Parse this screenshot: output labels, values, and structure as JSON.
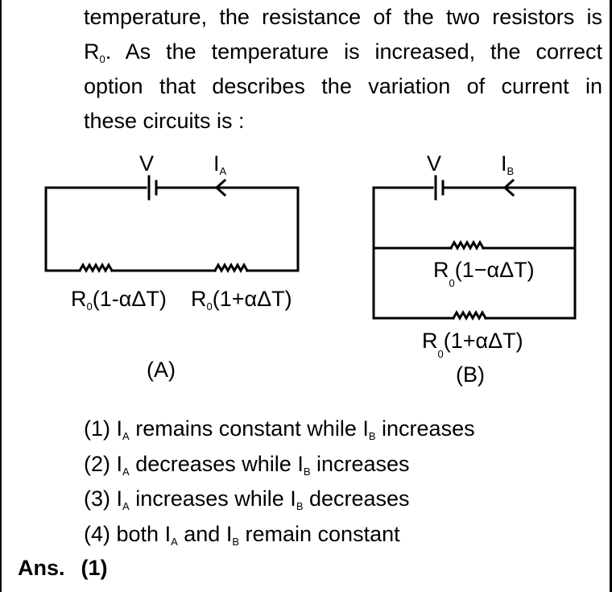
{
  "question": {
    "line1": "temperature, the resistance of the two resistors is",
    "line2_prefix": "R",
    "line2_sub": "0",
    "line2_suffix": ". As the temperature is increased, the correct",
    "line3": "option that describes the variation of current in",
    "line4": "these circuits is :"
  },
  "circuit_a": {
    "battery_label": "V",
    "current_label": "I",
    "current_sub": "A",
    "resistor1_label": "R",
    "resistor1_sub": "0",
    "resistor1_expr": "(1-αΔT)",
    "resistor2_label": "R",
    "resistor2_sub": "0",
    "resistor2_expr": "(1+αΔT)",
    "caption": "(A)"
  },
  "circuit_b": {
    "battery_label": "V",
    "current_label": "I",
    "current_sub": "B",
    "resistor1_label": "R",
    "resistor1_sub": "0",
    "resistor1_expr": "(1−αΔT)",
    "resistor2_label": "R",
    "resistor2_sub": "0",
    "resistor2_expr": "(1+αΔT)",
    "caption": "(B)"
  },
  "options": [
    {
      "num": "(1)",
      "ia": "I",
      "ia_sub": "A",
      "mid": " remains constant while ",
      "ib": "I",
      "ib_sub": "B",
      "end": " increases"
    },
    {
      "num": "(2)",
      "ia": "I",
      "ia_sub": "A",
      "mid": " decreases while ",
      "ib": "I",
      "ib_sub": "B",
      "end": " increases"
    },
    {
      "num": "(3)",
      "ia": "I",
      "ia_sub": "A",
      "mid": " increases while ",
      "ib": "I",
      "ib_sub": "B",
      "end": " decreases"
    },
    {
      "num": "(4)",
      "pre": " both ",
      "ia": "I",
      "ia_sub": "A",
      "mid": " and ",
      "ib": "I",
      "ib_sub": "B",
      "end": " remain constant"
    }
  ],
  "answer": {
    "label": "Ans.",
    "value": "(1)"
  }
}
